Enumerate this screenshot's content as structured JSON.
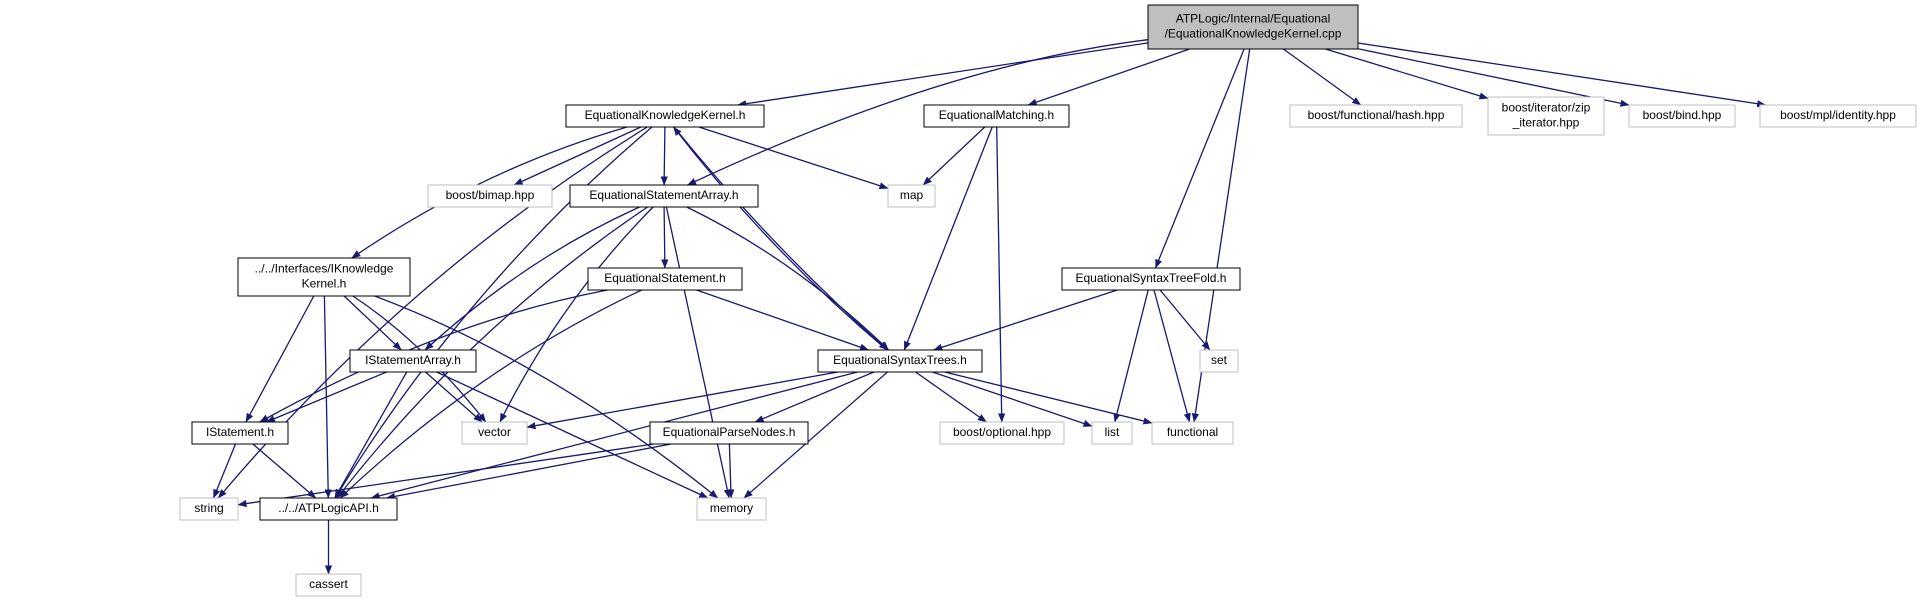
{
  "graph": {
    "nodes": [
      {
        "id": "root",
        "lines": [
          "ATPLogic/Internal/Equational",
          "/EquationalKnowledgeKernel.cpp"
        ],
        "kind": "root"
      },
      {
        "id": "ekk_h",
        "lines": [
          "EquationalKnowledgeKernel.h"
        ],
        "kind": "primary"
      },
      {
        "id": "match_h",
        "lines": [
          "EquationalMatching.h"
        ],
        "kind": "primary"
      },
      {
        "id": "hash",
        "lines": [
          "boost/functional/hash.hpp"
        ],
        "kind": "external"
      },
      {
        "id": "zip",
        "lines": [
          "boost/iterator/zip",
          "_iterator.hpp"
        ],
        "kind": "external"
      },
      {
        "id": "bind",
        "lines": [
          "boost/bind.hpp"
        ],
        "kind": "external"
      },
      {
        "id": "identity",
        "lines": [
          "boost/mpl/identity.hpp"
        ],
        "kind": "external"
      },
      {
        "id": "bimap",
        "lines": [
          "boost/bimap.hpp"
        ],
        "kind": "external"
      },
      {
        "id": "esa_h",
        "lines": [
          "EquationalStatementArray.h"
        ],
        "kind": "primary"
      },
      {
        "id": "map",
        "lines": [
          "map"
        ],
        "kind": "external"
      },
      {
        "id": "ikk_h",
        "lines": [
          "../../Interfaces/IKnowledge",
          "Kernel.h"
        ],
        "kind": "primary"
      },
      {
        "id": "es_h",
        "lines": [
          "EquationalStatement.h"
        ],
        "kind": "primary"
      },
      {
        "id": "estf_h",
        "lines": [
          "EquationalSyntaxTreeFold.h"
        ],
        "kind": "primary"
      },
      {
        "id": "set",
        "lines": [
          "set"
        ],
        "kind": "external"
      },
      {
        "id": "isa_h",
        "lines": [
          "IStatementArray.h"
        ],
        "kind": "primary"
      },
      {
        "id": "est_h",
        "lines": [
          "EquationalSyntaxTrees.h"
        ],
        "kind": "primary"
      },
      {
        "id": "is_h",
        "lines": [
          "IStatement.h"
        ],
        "kind": "primary"
      },
      {
        "id": "vector",
        "lines": [
          "vector"
        ],
        "kind": "external"
      },
      {
        "id": "epn_h",
        "lines": [
          "EquationalParseNodes.h"
        ],
        "kind": "primary"
      },
      {
        "id": "optional",
        "lines": [
          "boost/optional.hpp"
        ],
        "kind": "external"
      },
      {
        "id": "list",
        "lines": [
          "list"
        ],
        "kind": "external"
      },
      {
        "id": "functional",
        "lines": [
          "functional"
        ],
        "kind": "external"
      },
      {
        "id": "string",
        "lines": [
          "string"
        ],
        "kind": "external"
      },
      {
        "id": "api_h",
        "lines": [
          "../../ATPLogicAPI.h"
        ],
        "kind": "primary"
      },
      {
        "id": "memory",
        "lines": [
          "memory"
        ],
        "kind": "external"
      },
      {
        "id": "cassert",
        "lines": [
          "cassert"
        ],
        "kind": "external"
      }
    ],
    "edges": [
      [
        "root",
        "ekk_h"
      ],
      [
        "root",
        "esa_h"
      ],
      [
        "root",
        "match_h"
      ],
      [
        "root",
        "estf_h"
      ],
      [
        "root",
        "functional"
      ],
      [
        "root",
        "hash"
      ],
      [
        "root",
        "zip"
      ],
      [
        "root",
        "bind"
      ],
      [
        "root",
        "identity"
      ],
      [
        "ekk_h",
        "string"
      ],
      [
        "ekk_h",
        "api_h"
      ],
      [
        "ekk_h",
        "ikk_h"
      ],
      [
        "ekk_h",
        "bimap"
      ],
      [
        "ekk_h",
        "esa_h"
      ],
      [
        "ekk_h",
        "map"
      ],
      [
        "ekk_h",
        "est_h"
      ],
      [
        "esa_h",
        "api_h"
      ],
      [
        "esa_h",
        "isa_h"
      ],
      [
        "esa_h",
        "vector"
      ],
      [
        "esa_h",
        "es_h"
      ],
      [
        "esa_h",
        "memory"
      ],
      [
        "esa_h",
        "est_h"
      ],
      [
        "ikk_h",
        "is_h"
      ],
      [
        "ikk_h",
        "isa_h"
      ],
      [
        "ikk_h",
        "vector"
      ],
      [
        "ikk_h",
        "api_h"
      ],
      [
        "ikk_h",
        "memory"
      ],
      [
        "es_h",
        "is_h"
      ],
      [
        "es_h",
        "api_h"
      ],
      [
        "es_h",
        "est_h"
      ],
      [
        "match_h",
        "map"
      ],
      [
        "match_h",
        "est_h"
      ],
      [
        "match_h",
        "optional"
      ],
      [
        "estf_h",
        "est_h"
      ],
      [
        "estf_h",
        "set"
      ],
      [
        "estf_h",
        "list"
      ],
      [
        "estf_h",
        "functional"
      ],
      [
        "est_h",
        "ekk_h"
      ],
      [
        "est_h",
        "vector"
      ],
      [
        "est_h",
        "epn_h"
      ],
      [
        "est_h",
        "api_h"
      ],
      [
        "est_h",
        "optional"
      ],
      [
        "est_h",
        "list"
      ],
      [
        "est_h",
        "functional"
      ],
      [
        "est_h",
        "memory"
      ],
      [
        "isa_h",
        "is_h"
      ],
      [
        "isa_h",
        "api_h"
      ],
      [
        "isa_h",
        "vector"
      ],
      [
        "isa_h",
        "memory"
      ],
      [
        "is_h",
        "string"
      ],
      [
        "is_h",
        "api_h"
      ],
      [
        "epn_h",
        "string"
      ],
      [
        "epn_h",
        "api_h"
      ],
      [
        "epn_h",
        "memory"
      ],
      [
        "api_h",
        "cassert"
      ]
    ]
  }
}
